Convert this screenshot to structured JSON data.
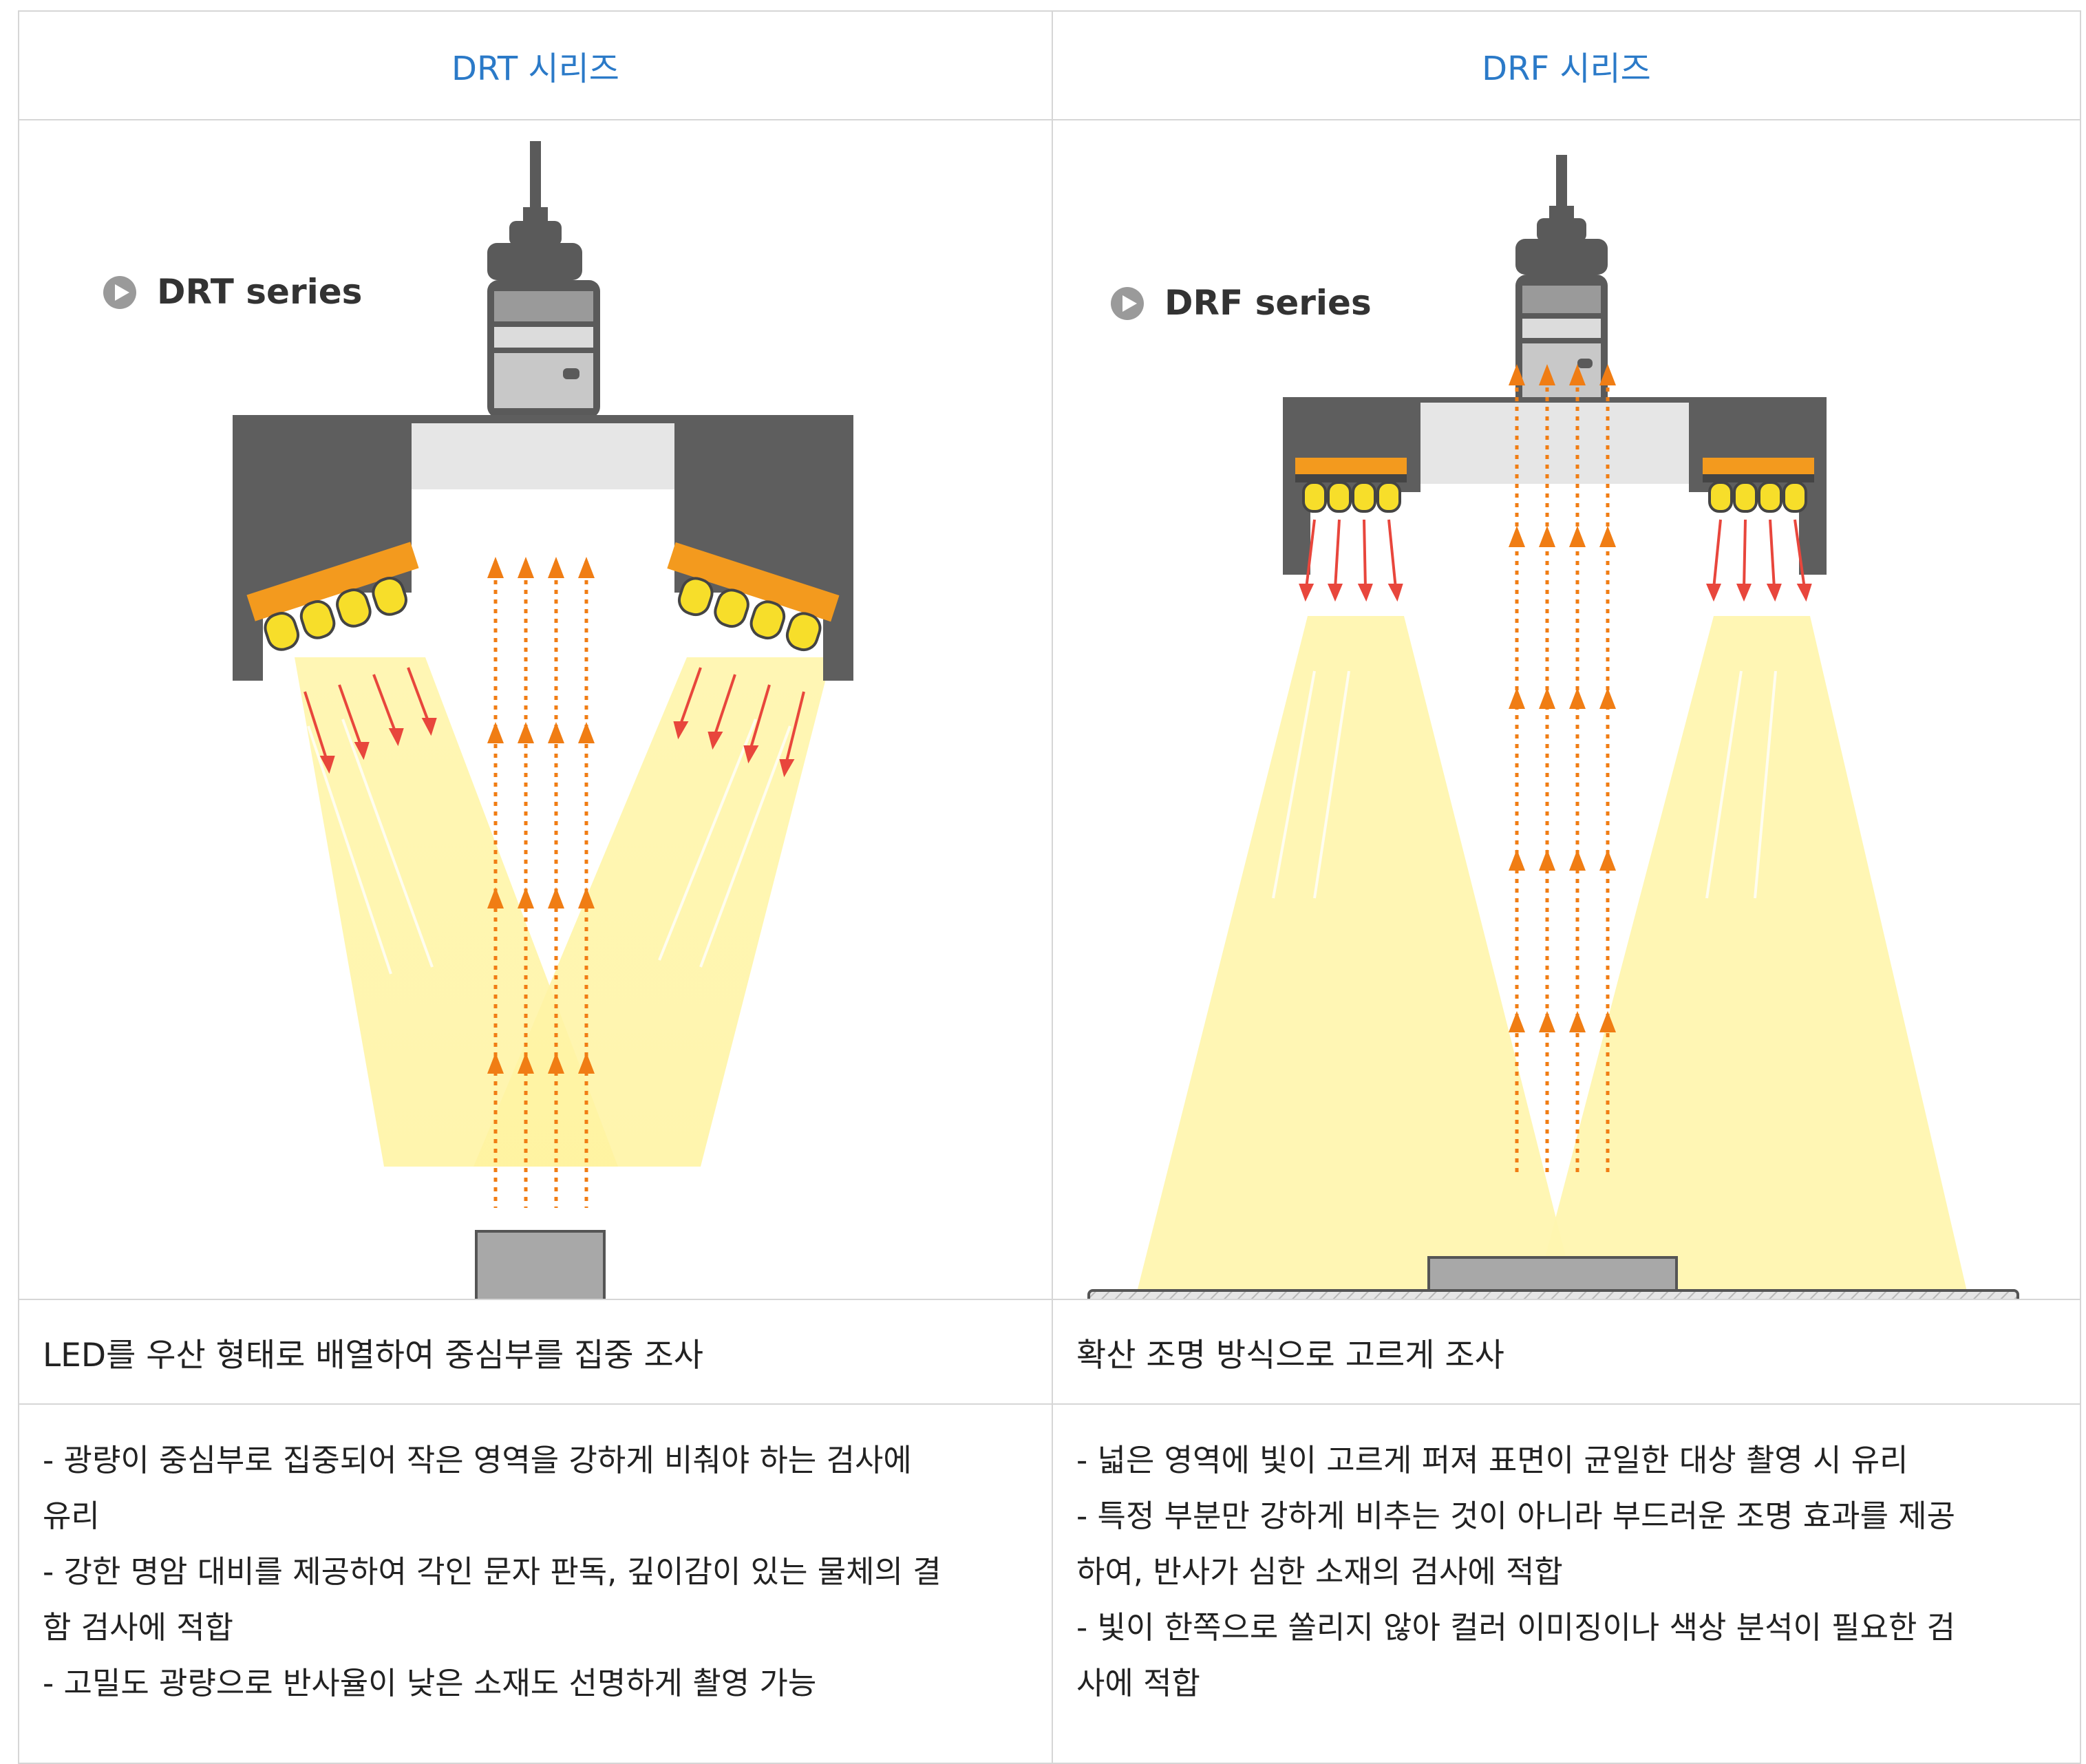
{
  "columns": [
    {
      "header": "DRT 시리즈",
      "figure_label": "DRT series",
      "summary": "LED를 우산 형태로 배열하여 중심부를 집중 조사",
      "details": [
        "- 광량이 중심부로 집중되어 작은 영역을 강하게 비춰야 하는 검사에",
        "유리",
        "- 강한 명암 대비를 제공하여 각인 문자 판독, 깊이감이 있는 물체의 결",
        "함 검사에 적합",
        "- 고밀도 광량으로 반사율이 낮은 소재도 선명하게 촬영 가능"
      ]
    },
    {
      "header": "DRF 시리즈",
      "figure_label": "DRF series",
      "summary": "확산 조명 방식으로 고르게 조사",
      "details": [
        "- 넓은 영역에 빛이 고르게 퍼져 표면이 균일한 대상 촬영 시 유리",
        "- 특정 부분만 강하게 비추는 것이 아니라 부드러운 조명 효과를 제공",
        "하여, 반사가 심한 소재의 검사에 적합",
        "- 빛이 한쪽으로 쏠리지 않아 컬러 이미징이나 색상 분석이 필요한 검",
        "사에 적합"
      ]
    }
  ],
  "colors": {
    "header_text": "#2b7ac8",
    "housing": "#5e5e5e",
    "light_beam": "#fff6b0",
    "led_bar": "#f39a1e",
    "led": "#f7de2a",
    "arrow_orange": "#f07d14",
    "arrow_red": "#e8463c",
    "object": "#a8a8a8",
    "border": "#d6d6d6"
  }
}
